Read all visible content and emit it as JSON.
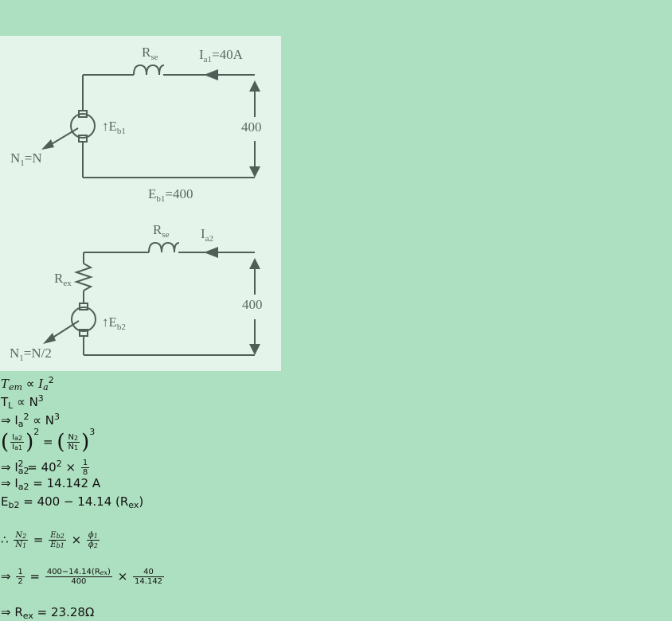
{
  "diagram": {
    "top": {
      "rse_label": "R",
      "rse_sub": "se",
      "current_label": "I",
      "current_sub": "a1",
      "current_value": "=40A",
      "voltage": "400",
      "emf_label": "↑E",
      "emf_sub": "b1",
      "speed_label": "N",
      "speed_sub": "1",
      "speed_value": "=N",
      "eb_label": "E",
      "eb_sub": "b1",
      "eb_value": "=400"
    },
    "bottom": {
      "rse_label": "R",
      "rse_sub": "se",
      "current_label": "I",
      "current_sub": "a2",
      "voltage": "400",
      "rex_label": "R",
      "rex_sub": "ex",
      "emf_label": "↑E",
      "emf_sub": "b2",
      "speed_label": "N",
      "speed_sub": "1",
      "speed_value": "=N/2"
    }
  },
  "equations": {
    "l1": {
      "a": "T",
      "a_sub": "em",
      "rel": " ∝ ",
      "b": "I",
      "b_sub": "a",
      "b_sup": "2"
    },
    "l2": {
      "a": "T",
      "a_sub": "L",
      "rel": " ∝ N",
      "sup": "3"
    },
    "l3": {
      "pre": "⇒ I",
      "sub": "a",
      "sup": "2",
      "rel": " ∝  N",
      "sup2": "3"
    },
    "l4": {
      "f1_num": "I",
      "f1_num_sub": "a2",
      "f1_den": "I",
      "f1_den_sub": "a1",
      "exp1": "2",
      "eq": " = ",
      "f2_num": "N",
      "f2_num_sub": "2",
      "f2_den": "N",
      "f2_den_sub": "1",
      "exp2": "3"
    },
    "l5": {
      "pre": "⇒ I",
      "sub": "a2",
      "sup": "2",
      "mid": " = 40",
      "sup2": "2",
      "times": " × ",
      "f_num": "1",
      "f_den": "8"
    },
    "l6": {
      "pre": "⇒ I",
      "sub": "a2",
      "rest": " = 14.142 A"
    },
    "l7": {
      "pre": "E",
      "sub": "b2",
      "mid": " = 400 − 14.14 (R",
      "sub2": "ex",
      "end": ")"
    },
    "l8": {
      "pre": "∴ ",
      "f1_num": "N",
      "f1_num_sub": "2",
      "f1_den": "N",
      "f1_den_sub": "1",
      "eq": " = ",
      "f2_num": "E",
      "f2_num_sub": "b2",
      "f2_den": "E",
      "f2_den_sub": "b1",
      "times": " × ",
      "f3_num": "ϕ",
      "f3_num_sub": "1",
      "f3_den": "ϕ",
      "f3_den_sub": "2"
    },
    "l9": {
      "pre": "⇒ ",
      "f1_num": "1",
      "f1_den": "2",
      "eq": " = ",
      "f2_num": "400−14.14(R",
      "f2_num_sub": "ex",
      "f2_num_end": ")",
      "f2_den": "400",
      "times": " × ",
      "f3_num": "40",
      "f3_den": "14.142"
    },
    "l10": {
      "pre": "⇒ R",
      "sub": "ex",
      "rest": " = 23.28Ω"
    }
  }
}
